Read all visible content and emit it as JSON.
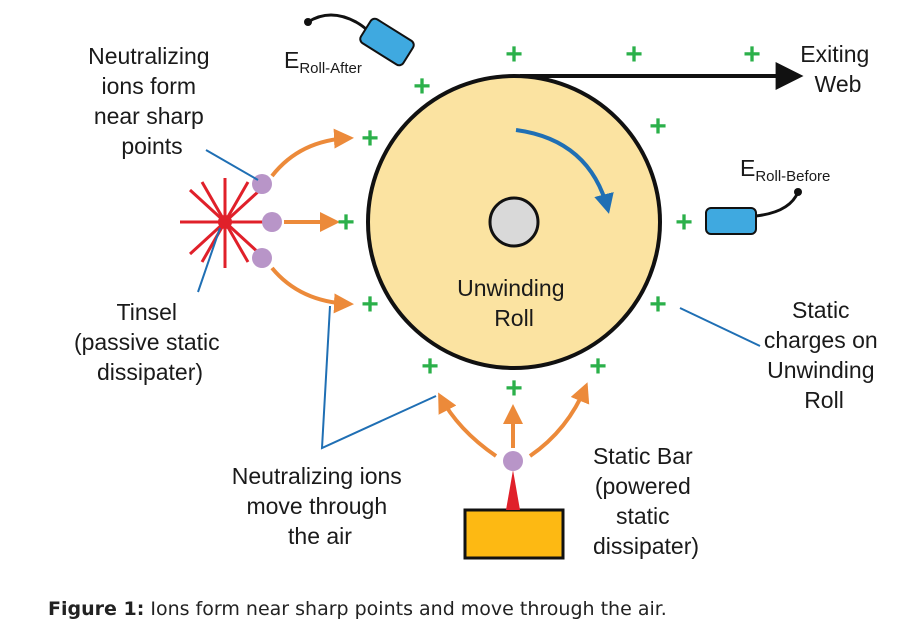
{
  "labels": {
    "neutralizing_ions_form": [
      "Neutralizing",
      "ions form",
      "near sharp",
      "points"
    ],
    "e_roll_after_main": "E",
    "e_roll_after_sub": "Roll-After",
    "e_roll_before_main": "E",
    "e_roll_before_sub": "Roll-Before",
    "exiting_web": [
      "Exiting",
      "Web"
    ],
    "unwinding_roll": [
      "Unwinding",
      "Roll"
    ],
    "tinsel": [
      "Tinsel",
      "(passive static",
      "dissipater)"
    ],
    "static_charges": [
      "Static",
      "charges on",
      "Unwinding",
      "Roll"
    ],
    "neutralizing_ions_move": [
      "Neutralizing ions",
      "move through",
      "the air"
    ],
    "static_bar": [
      "Static Bar",
      "(powered",
      "static",
      "dissipater)"
    ],
    "plus_sign": "+"
  },
  "caption": {
    "label": "Figure 1:",
    "text": " Ions form near sharp points and move through the air."
  },
  "colors": {
    "roll_fill": "#fbe3a1",
    "core_fill": "#d9d9d9",
    "charge_green": "#2bb04a",
    "ion_arrow_orange": "#ec8a3a",
    "leader_blue": "#1f6fb4",
    "rotation_arrow_blue": "#1f6fb4",
    "tinsel_red": "#e0202a",
    "ion_purple": "#b895c8",
    "sensor_blue": "#3fa9e0",
    "static_bar_yellow": "#fdb913"
  }
}
